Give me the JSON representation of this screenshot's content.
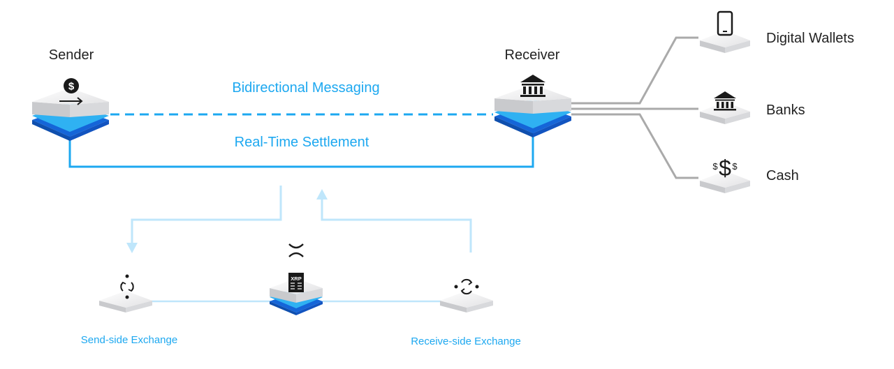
{
  "labels": {
    "sender": "Sender",
    "receiver": "Receiver",
    "bidirectional_messaging": "Bidirectional Messaging",
    "real_time_settlement": "Real-Time Settlement",
    "send_side_exchange": "Send-side Exchange",
    "receive_side_exchange": "Receive-side Exchange",
    "xrp_badge": "XRP"
  },
  "destinations": [
    {
      "label": "Digital Wallets",
      "icon": "phone-icon"
    },
    {
      "label": "Banks",
      "icon": "bank-icon"
    },
    {
      "label": "Cash",
      "icon": "dollar-icon"
    }
  ],
  "colors": {
    "accent_blue": "#1da8f0",
    "dark_blue": "#1565d8",
    "light_blue": "#bfe6fb",
    "connector_gray": "#aaaaaa",
    "text_dark": "#222222"
  }
}
